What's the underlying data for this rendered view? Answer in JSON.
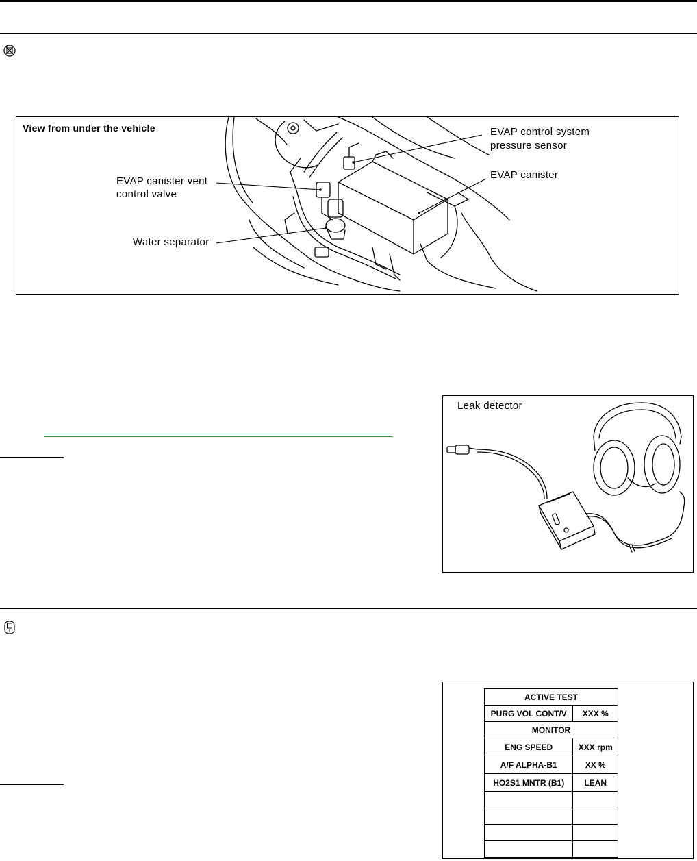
{
  "evap_figure": {
    "view_label": "View from under the vehicle",
    "callouts": {
      "pressure_sensor_line1": "EVAP control system",
      "pressure_sensor_line2": "pressure sensor",
      "canister": "EVAP canister",
      "vent_valve_line1": "EVAP canister vent",
      "vent_valve_line2": "control valve",
      "water_separator": "Water separator"
    }
  },
  "leak_figure": {
    "label": "Leak  detector"
  },
  "active_test_figure": {
    "header": "ACTIVE TEST",
    "test_item": {
      "name": "PURG VOL CONT/V",
      "value": "XXX %"
    },
    "monitor_header": "MONITOR",
    "monitor_rows": [
      {
        "name": "ENG SPEED",
        "value": "XXX rpm"
      },
      {
        "name": "A/F ALPHA-B1",
        "value": "XX %"
      },
      {
        "name": "HO2S1 MNTR (B1)",
        "value": "LEAN"
      },
      {
        "name": "",
        "value": ""
      },
      {
        "name": "",
        "value": ""
      },
      {
        "name": "",
        "value": ""
      },
      {
        "name": "",
        "value": ""
      }
    ]
  },
  "icons": {
    "section1": "no-tool-icon",
    "section2": "consult-tool-icon"
  },
  "colors": {
    "link": "#2e9a3a"
  }
}
